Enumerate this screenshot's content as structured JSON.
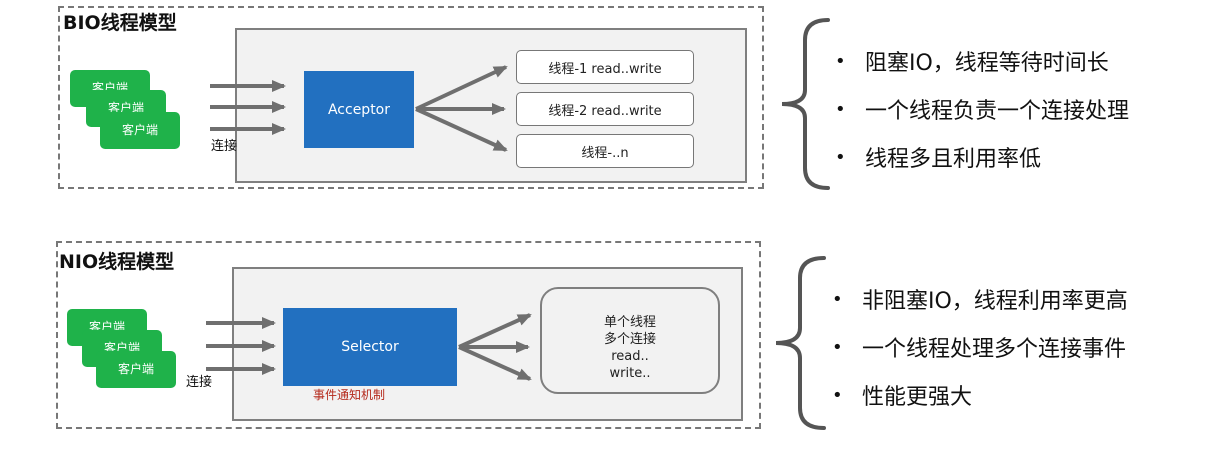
{
  "bio": {
    "title": "BIO线程模型",
    "clients": [
      "客户端",
      "客户端",
      "客户端"
    ],
    "connect_label": "连接",
    "acceptor_label": "Acceptor",
    "threads": [
      "线程-1 read..write",
      "线程-2 read..write",
      "线程-..n"
    ],
    "bullets": [
      "阻塞IO，线程等待时间长",
      "一个线程负责一个连接处理",
      "线程多且利用率低"
    ]
  },
  "nio": {
    "title": "NIO线程模型",
    "clients": [
      "客户端",
      "客户端",
      "客户端"
    ],
    "connect_label": "连接",
    "selector_label": "Selector",
    "event_label": "事件通知机制",
    "thread_lines": [
      "单个线程",
      "多个连接",
      "read..",
      "write.."
    ],
    "bullets": [
      "非阻塞IO，线程利用率更高",
      "一个线程处理多个连接事件",
      "性能更强大"
    ]
  },
  "bullet_glyph": "•",
  "colors": {
    "client_green": "#1fb24a",
    "box_blue": "#2270c0",
    "arrow_gray": "#6f6f6f",
    "event_red": "#b52a1c"
  }
}
